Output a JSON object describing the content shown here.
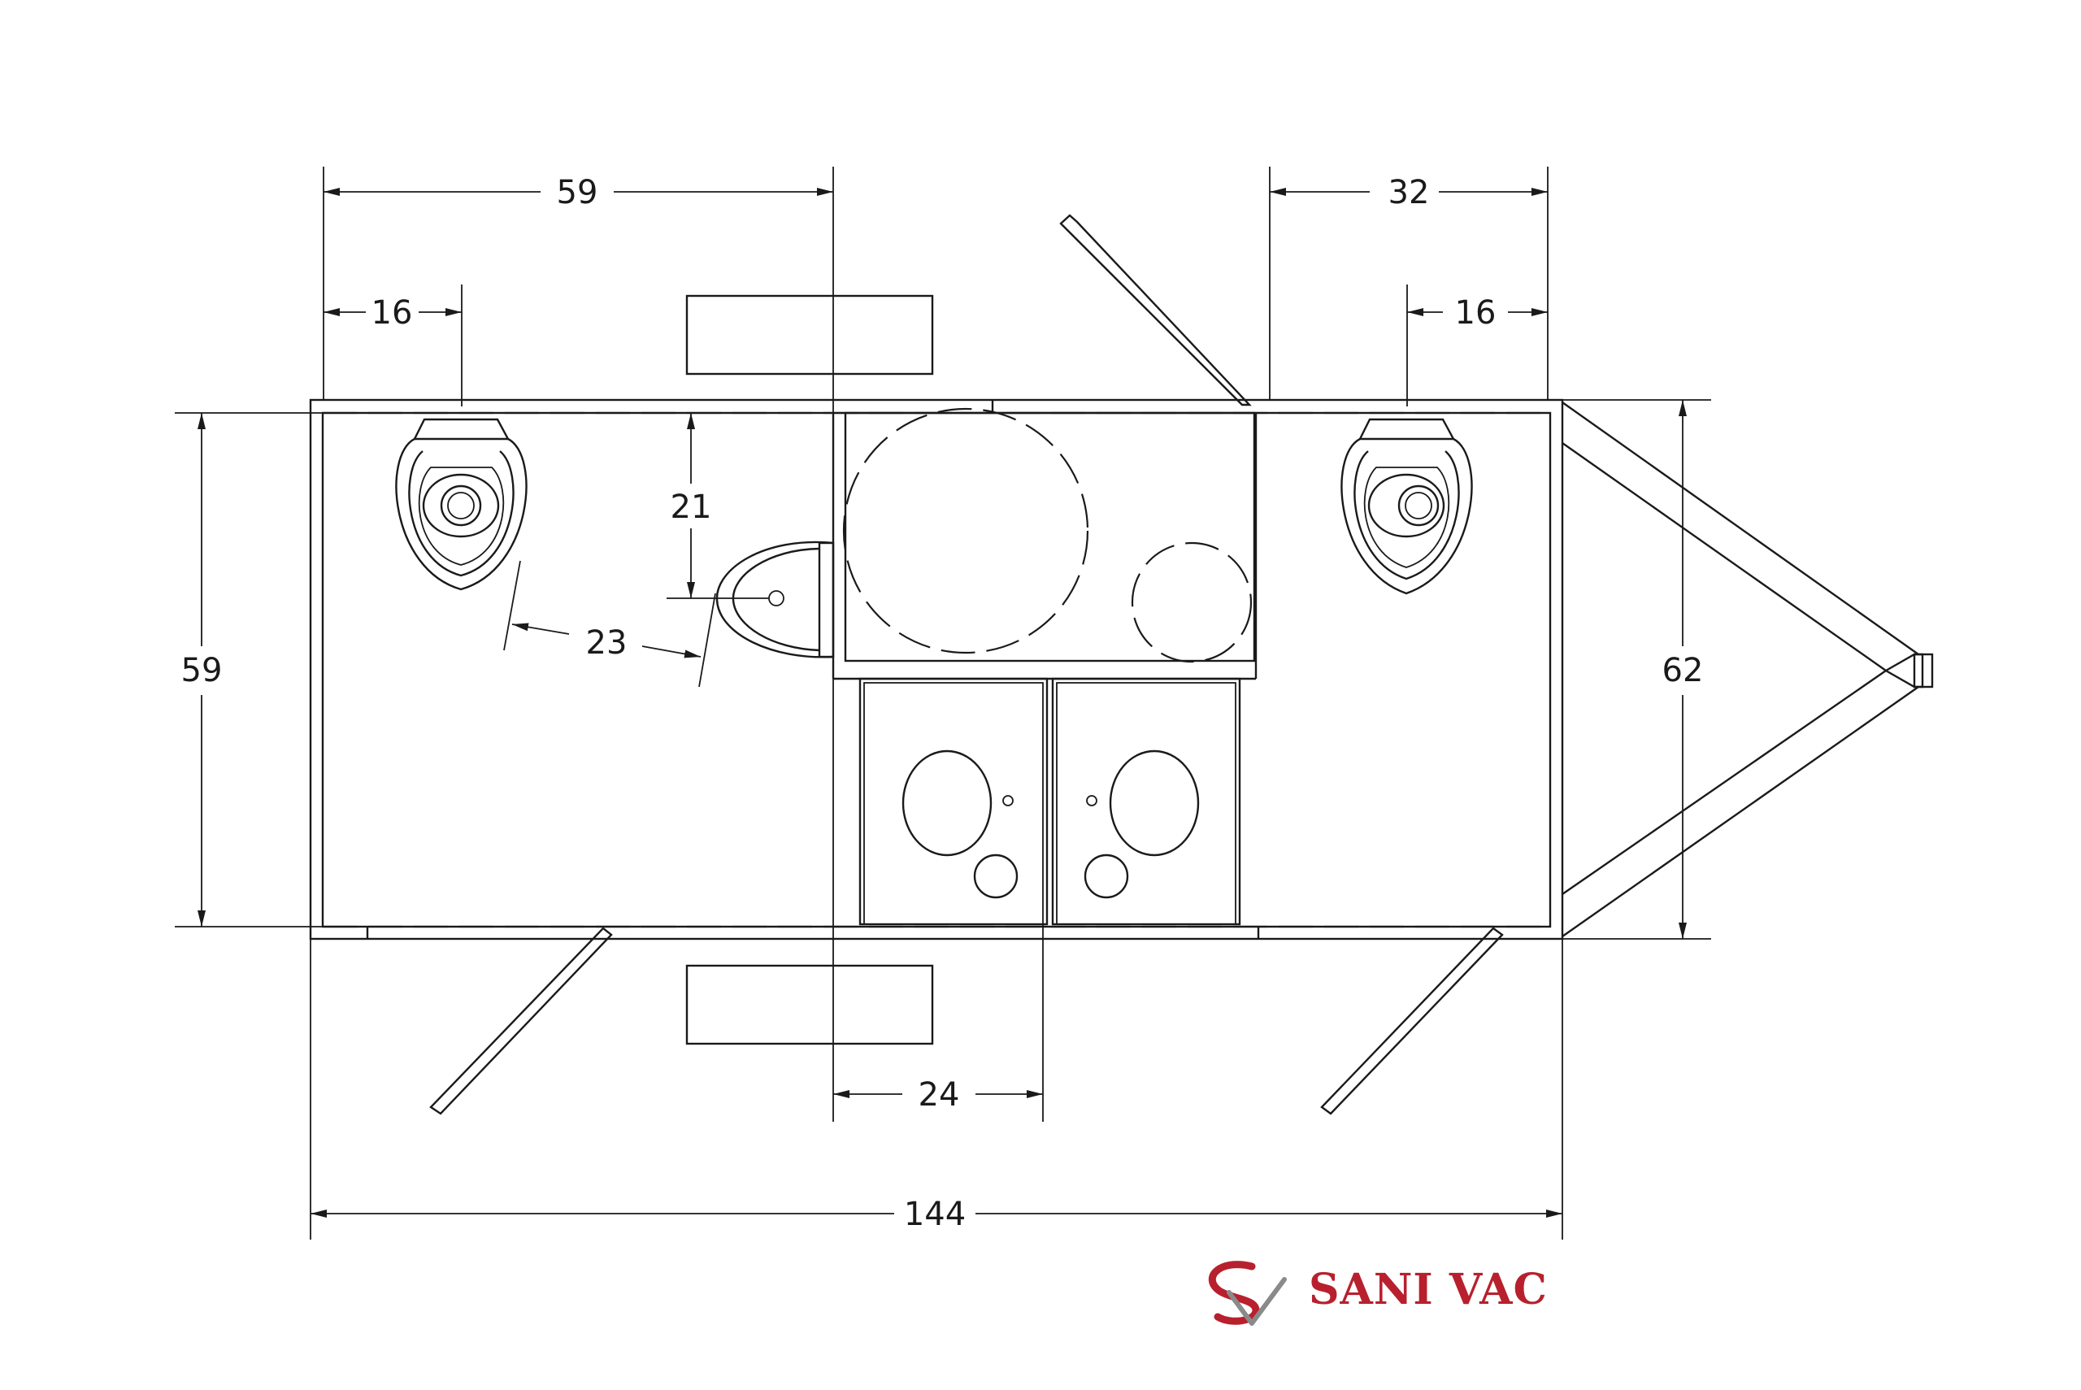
{
  "dimensions": {
    "top_left_width": "59",
    "top_left_offset": "16",
    "top_right_width": "32",
    "top_right_offset": "16",
    "left_height": "59",
    "urinal_depth": "21",
    "toilet_urinal_gap": "23",
    "right_height": "62",
    "sink_width": "24",
    "overall_length": "144"
  },
  "brand": {
    "name": "SANI VAC",
    "colors": {
      "red": "#b8202e",
      "gray": "#8a8a8a"
    }
  }
}
